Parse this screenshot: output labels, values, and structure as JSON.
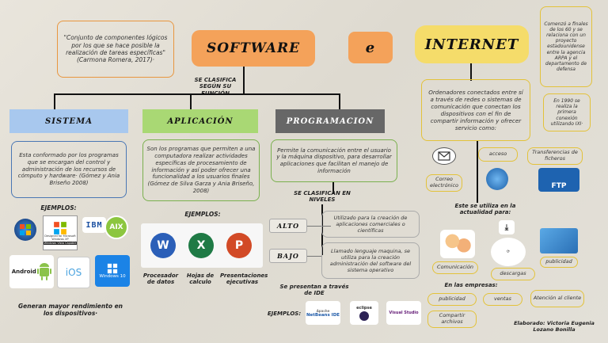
{
  "quote": "\"Conjunto de componentes lógicos por los que se hace posible la realización de tareas específicas\" (Carmona Romera, 2017)·",
  "software_title": "SOFTWARE",
  "and_label": "e",
  "internet_title": "INTERNET",
  "classify_label": "SE CLASIFICA SEGÚN SU FUNCIÓN",
  "categories": {
    "sistema": {
      "title": "SISTEMA",
      "desc": "Esta conformado por los programas que se encargan del control y administración de los recursos de cómputo y hardware· (Gómez y Ania Briseño 2008)"
    },
    "aplicacion": {
      "title": "APLICACIÓN",
      "desc": "Son los programas que permiten a una computadora realizar actividades específicas de procesamiento de información y así poder ofrecer una funcionalidad a los usuarios finales (Gómez de Silva Garza y Ania Briseño, 2008)"
    },
    "programacion": {
      "title": "PROGRAMACION",
      "desc": "Permite la comunicación entre el usuario y la máquina dispositivo, para desarrollar aplicaciones que facilitan el manejo de información"
    }
  },
  "ejemplos_label": "EJEMPLOS:",
  "os_icons": [
    "Windows",
    "Windows XP",
    "IBM",
    "AIX",
    "Android",
    "iOS",
    "Windows 10"
  ],
  "os_caption": "Generan mayor rendimiento en los dispositivos·",
  "windows_xp_text": "Designed for Microsoft Windows XP",
  "windows_xp_sub": "Windows Vista Capable",
  "apps": [
    {
      "icon": "W",
      "color": "#2b5fb8",
      "caption": "Procesador de datos"
    },
    {
      "icon": "X",
      "color": "#1f7a45",
      "caption": "Hojas de calculo"
    },
    {
      "icon": "P",
      "color": "#d24a26",
      "caption": "Presentaciones ejecutivas"
    }
  ],
  "levels_label": "SE CLASIFICAN EN NIVELES",
  "levels": [
    {
      "name": "ALTO",
      "desc": "Utilizado para la creación de aplicaciones comerciales o científicas"
    },
    {
      "name": "BAJO",
      "desc": "Llamado lenguaje maquina, se utiliza para la creación administración del software del sistema operativo"
    }
  ],
  "ide_label": "Se presentan a través de IDE",
  "ide_ejemplos": "EJEMPLOS:",
  "ides": [
    "NetBeans IDE",
    "eclipse",
    "Visual Studio"
  ],
  "apache_label": "Apache",
  "internet_desc": "Ordenadores conectados entre sí a través de redes o sistemas de comunicación que conectan los dispositivos con el fin de compartir información y ofrecer servicio como:",
  "history1": "Comenzó a finales de los 60 y se relaciona con un proyecto estadounidense entre la agencia ARPA y el departamento de defensa",
  "history2": "En 1990 se realiza la primera conexión utilizando IXI·",
  "services": {
    "correo": "Correo electrónico",
    "acceso": "acceso",
    "transferencias": "Transferencias de ficheros"
  },
  "ftp_label": "FTP",
  "actualidad_label": "Este se utiliza en la actualidad para:",
  "uses": {
    "comunicacion": "Comunicación",
    "descargas": "descargas",
    "publicidad": "publicidad"
  },
  "empresas_label": "En las empresas:",
  "empresas": {
    "publicidad": "publicidad",
    "ventas": "ventas",
    "atencion": "Atención al cliente",
    "compartir": "Compartir archivos"
  },
  "author": "Elaborado: Victoria Eugenia Lozano Bonilla"
}
